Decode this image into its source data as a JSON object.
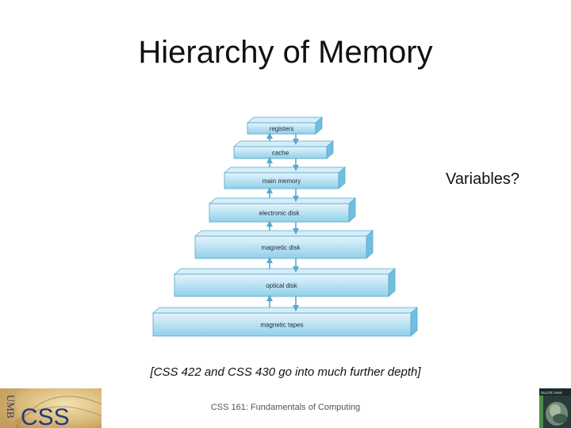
{
  "slide": {
    "title": "Hierarchy of Memory",
    "aside": "Variables?",
    "note": "[CSS 422 and CSS 430 go into much further depth]",
    "footer": "CSS 161: Fundamentals of Computing"
  },
  "diagram": {
    "levels": [
      {
        "label": "registers"
      },
      {
        "label": "cache"
      },
      {
        "label": "main memory"
      },
      {
        "label": "electronic disk"
      },
      {
        "label": "magnetic disk"
      },
      {
        "label": "optical disk"
      },
      {
        "label": "magnetic tapes"
      }
    ],
    "colors": {
      "front_top": "#e6f4fb",
      "front_bottom": "#8fd0ea",
      "top_face": "#d4eef9",
      "side_face": "#6fbfe0",
      "edge": "#5ba6c9",
      "arrow": "#5aa9cc"
    }
  },
  "logos": {
    "left": {
      "text": "CSS",
      "side_text": "UMB",
      "icon": "css-logo-icon"
    },
    "right": {
      "text": "OLUTE JAVA",
      "icon": "java-book-cover-icon"
    }
  }
}
